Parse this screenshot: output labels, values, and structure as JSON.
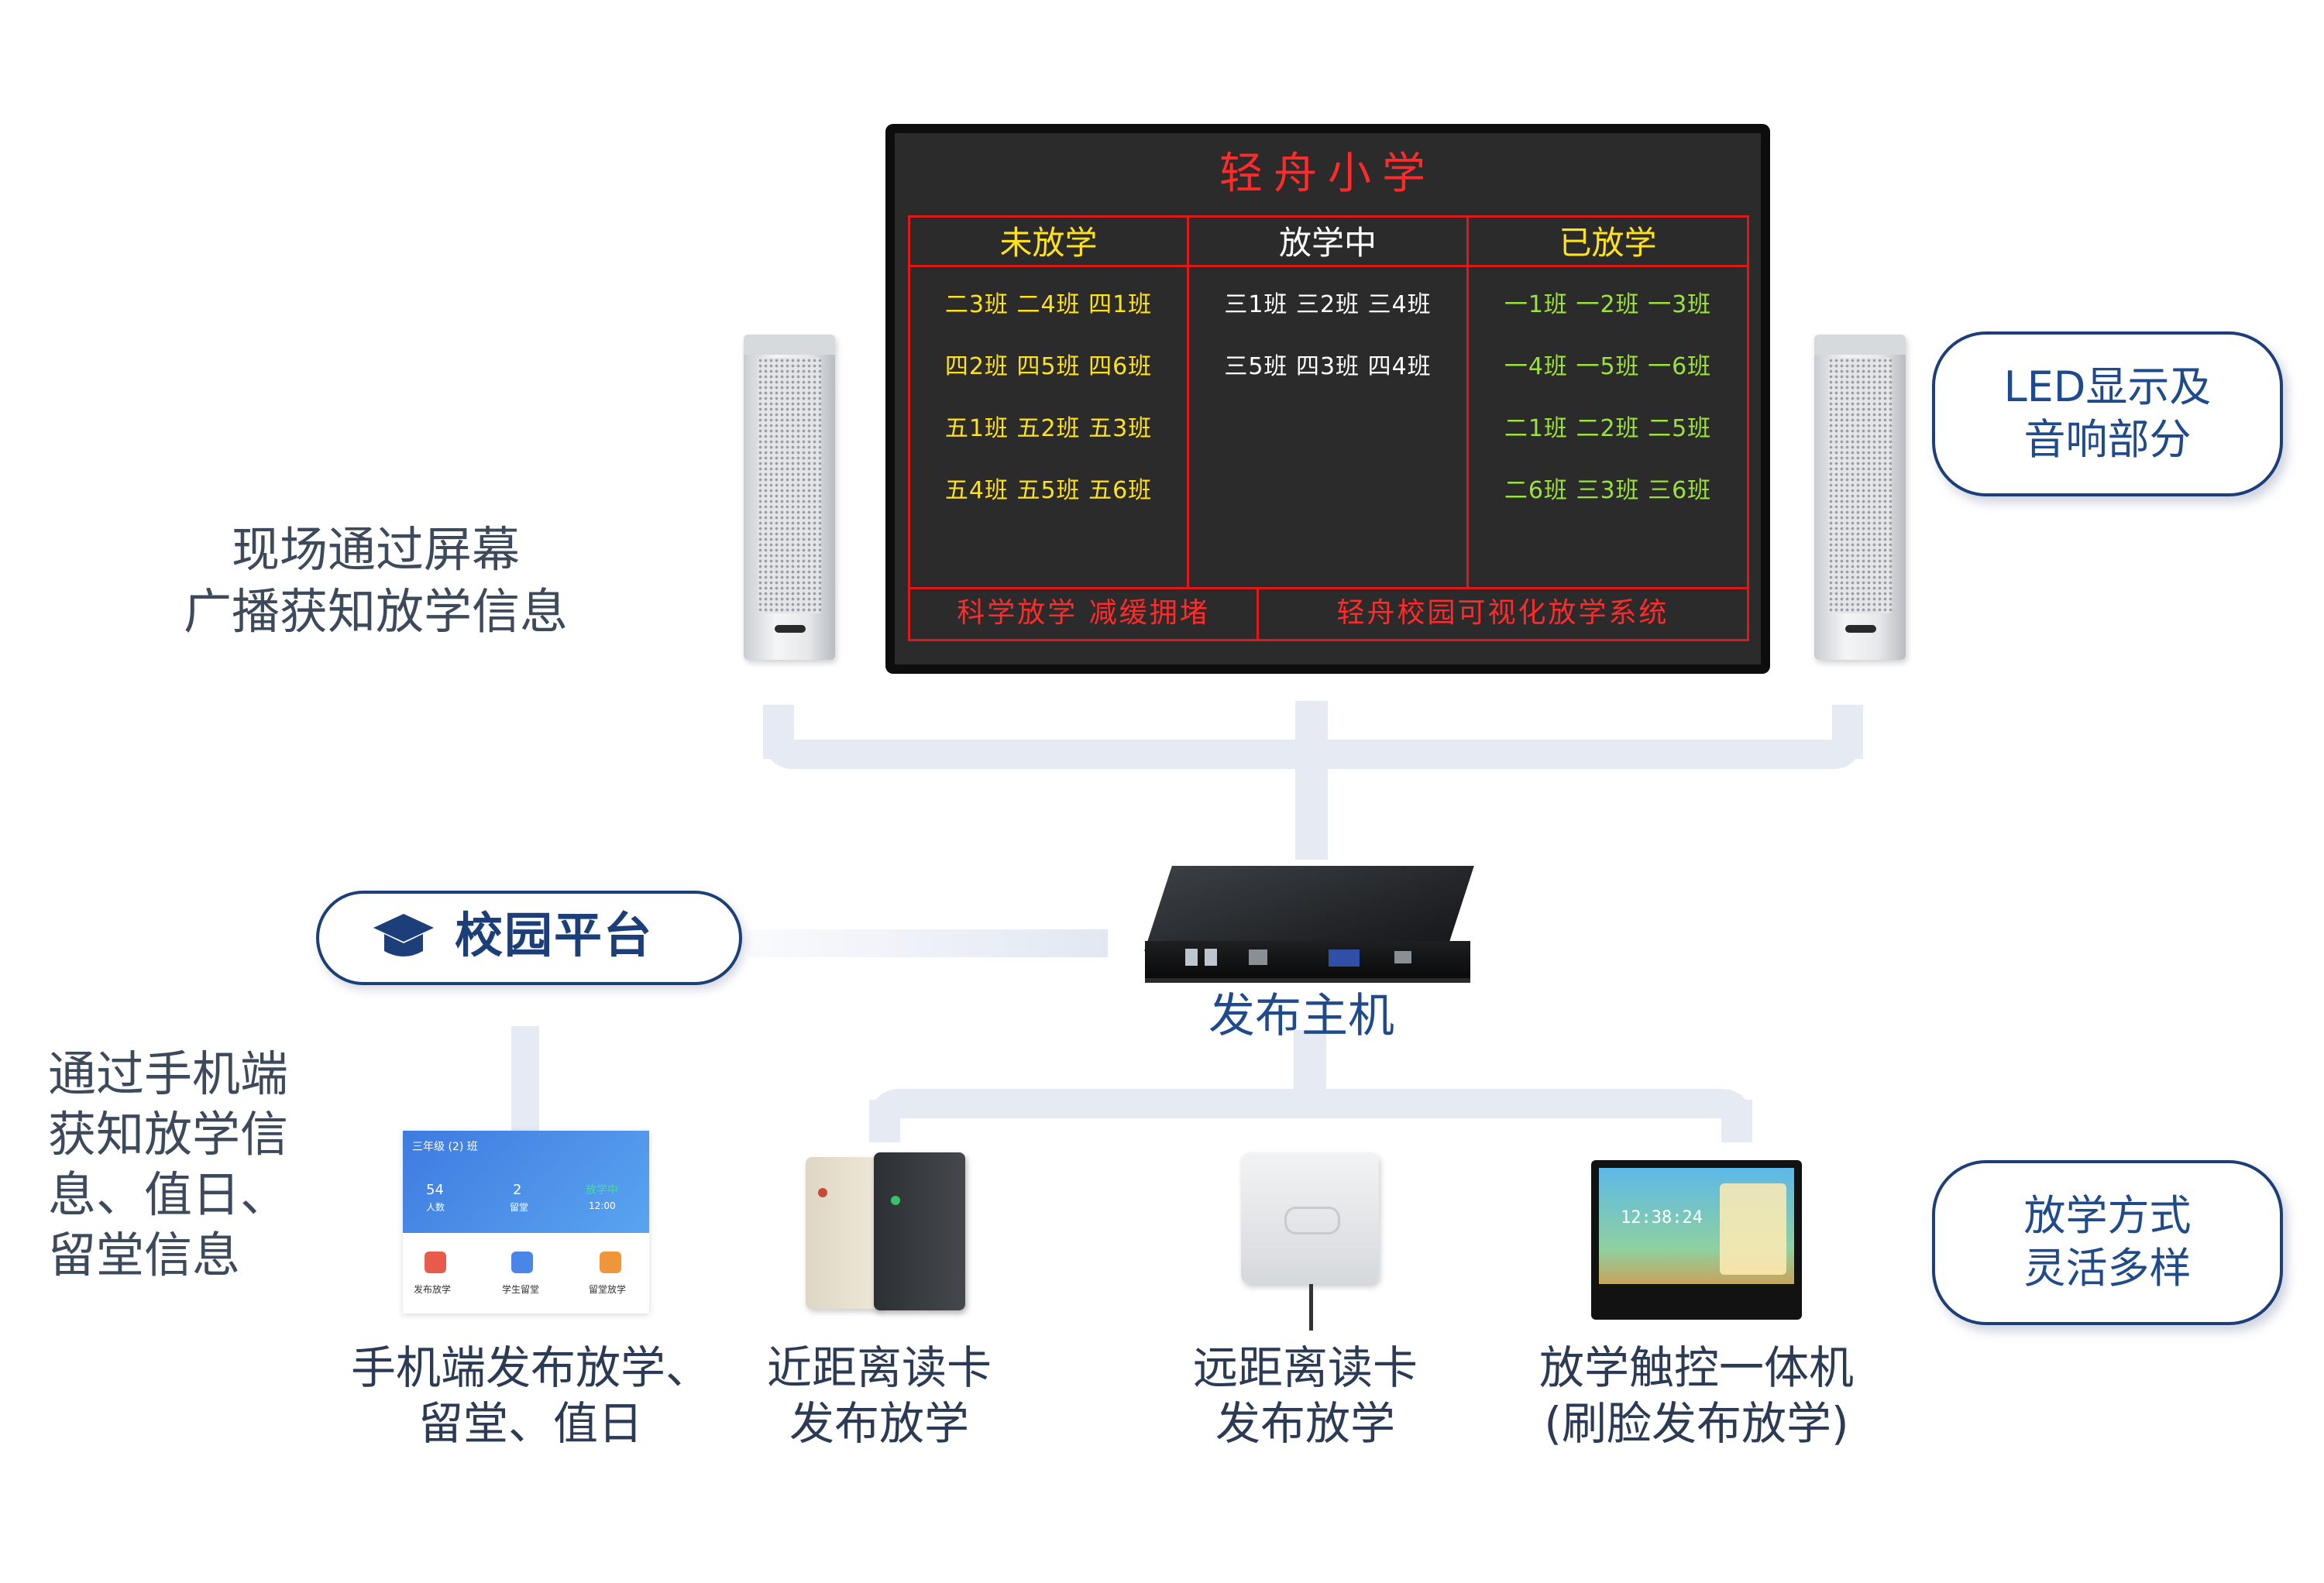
{
  "led": {
    "title": "轻舟小学",
    "columns": [
      {
        "header": "未放学",
        "rows": [
          "二3班 二4班 四1班",
          "四2班 四5班 四6班",
          "五1班 五2班 五3班",
          "五4班 五5班 五6班"
        ]
      },
      {
        "header": "放学中",
        "rows": [
          "三1班 三2班 三4班",
          "三5班 四3班 四4班"
        ]
      },
      {
        "header": "已放学",
        "rows": [
          "一1班 一2班 一3班",
          "一4班 一5班 一6班",
          "二1班 二2班 二5班",
          "二6班 三3班 三6班"
        ]
      }
    ],
    "footer_left": "科学放学 减缓拥堵",
    "footer_right": "轻舟校园可视化放学系统"
  },
  "labels": {
    "screen_broadcast": "现场通过屏幕\n广播获知放学信息",
    "led_audio_pill": "LED显示及\n音响部分",
    "campus_platform": "校园平台",
    "mobile_info": "通过手机端\n获知放学信\n息、值日、\n留堂信息",
    "host": "发布主机",
    "flexible_pill": "放学方式\n灵活多样"
  },
  "devices": [
    {
      "label": "手机端发布放学、\n留堂、值日"
    },
    {
      "label": "近距离读卡\n发布放学"
    },
    {
      "label": "远距离读卡\n发布放学"
    },
    {
      "label": "放学触控一体机\n(刷脸发布放学)"
    }
  ],
  "phone_screen": {
    "class_name": "三年级 (2) 班",
    "stat1_value": "54",
    "stat1_label": "人数",
    "stat2_value": "2",
    "stat2_label": "留堂",
    "status_value": "放学中",
    "status_time": "12:00",
    "btn1": "发布放学",
    "btn2": "学生留堂",
    "btn3": "留堂放学"
  },
  "kiosk_screen": {
    "time": "12:38:24"
  },
  "colors": {
    "navy": "#1c3f7a",
    "led_red": "#e01818",
    "led_yellow": "#ffe21a",
    "led_green": "#9be33a"
  }
}
